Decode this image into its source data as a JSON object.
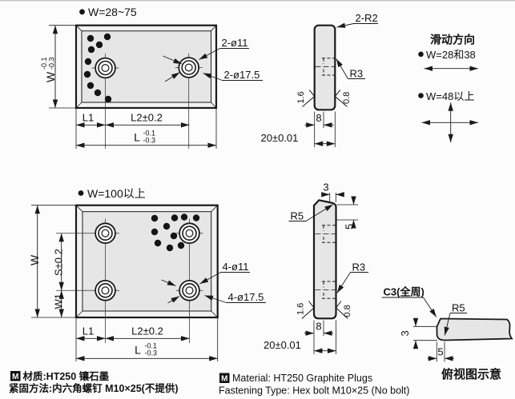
{
  "top_view": {
    "header": "W=28~75",
    "w_label": "W",
    "w_tol_up": "-0.1",
    "w_tol_dn": "-0.3",
    "l1": "L1",
    "l2": "L2±0.2",
    "l": "L",
    "l_tol_up": "-0.1",
    "l_tol_dn": "-0.3",
    "hole_small": "2-ø11",
    "hole_large": "2-ø17.5"
  },
  "top_side": {
    "corner": "2-R2",
    "r3": "R3",
    "rough_left": "1.6",
    "rough_right": "0.8",
    "d8": "8",
    "d20": "20±0.01"
  },
  "slide": {
    "title": "滑动方向",
    "case1": "W=28和38",
    "case2": "W=48以上"
  },
  "bottom_view": {
    "header": "W=100以上",
    "w_label": "W",
    "s_label": "S±0.2",
    "w1_label": "W1",
    "l1": "L1",
    "l2": "L2±0.2",
    "l": "L",
    "l_tol_up": "-0.1",
    "l_tol_dn": "-0.3",
    "hole_small": "4-ø11",
    "hole_large": "4-ø17.5"
  },
  "bottom_side": {
    "d3": "3",
    "d5": "5",
    "r5": "R5",
    "r3": "R3",
    "rough_left": "1.6",
    "rough_right": "0.8",
    "d8": "8",
    "d20": "20±0.01"
  },
  "corner_detail": {
    "c3": "C3(全周)",
    "r5": "R5",
    "d3": "3",
    "d5": "5",
    "caption": "俯视图示意"
  },
  "notes": {
    "badge": "M",
    "cn_material": "材质:HT250 镶石墨",
    "cn_fastening": "紧固方法:内六角螺钉 M10×25(不提供)",
    "en_material": "Material: HT250 Graphite Plugs",
    "en_fastening": "Fastening Type: Hex bolt M10×25 (No bolt)"
  }
}
